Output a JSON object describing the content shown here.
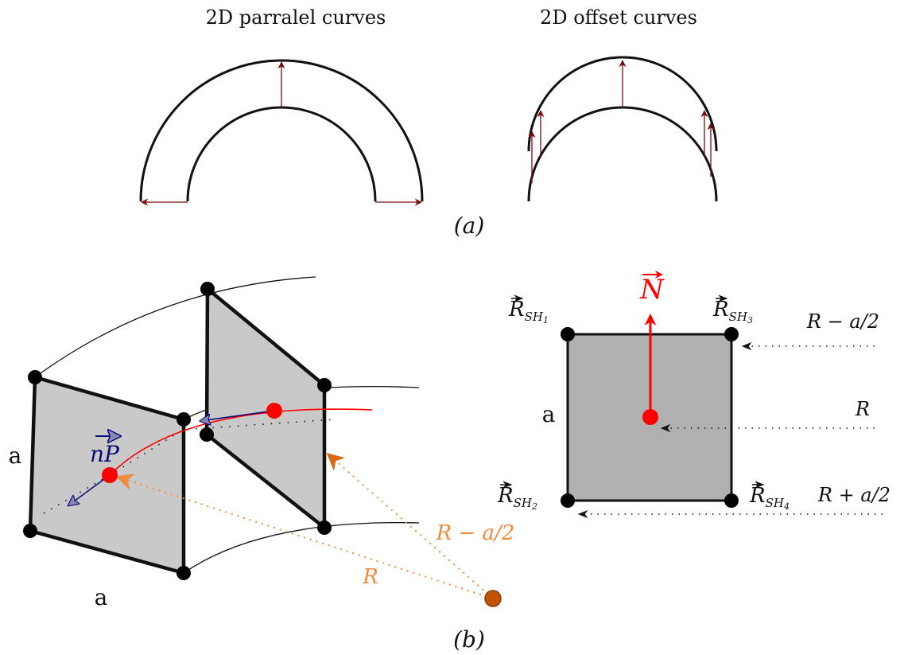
{
  "panel_a": {
    "title_left": "2D  parralel  curves",
    "title_right": "2D  offset  curves",
    "label": "(a)"
  },
  "panel_b": {
    "label": "(b)",
    "side_label_left": "a",
    "side_label_bottom": "a",
    "normal_vector_label": "nP",
    "radius_label": "R",
    "inner_radius_label": "R − a/2"
  },
  "square": {
    "side_label": "a",
    "normal_label": "N",
    "corner_prefix": "R",
    "corner_sub_base": "SH",
    "corners": [
      {
        "id": "top-left",
        "index": "1"
      },
      {
        "id": "top-right",
        "index": "3"
      },
      {
        "id": "bottom-left",
        "index": "2"
      },
      {
        "id": "bottom-right",
        "index": "4"
      }
    ],
    "dist_top": "R − a/2",
    "dist_mid": "R",
    "dist_bottom": "R + a/2"
  },
  "colors": {
    "arrow_dark_red": "#7a0a0a",
    "surface_gray": "#c9c9c9",
    "square_gray": "#b0b0b0",
    "red": "#ff0000",
    "orange": "#f08c3c",
    "navy": "#0b0b7a"
  }
}
